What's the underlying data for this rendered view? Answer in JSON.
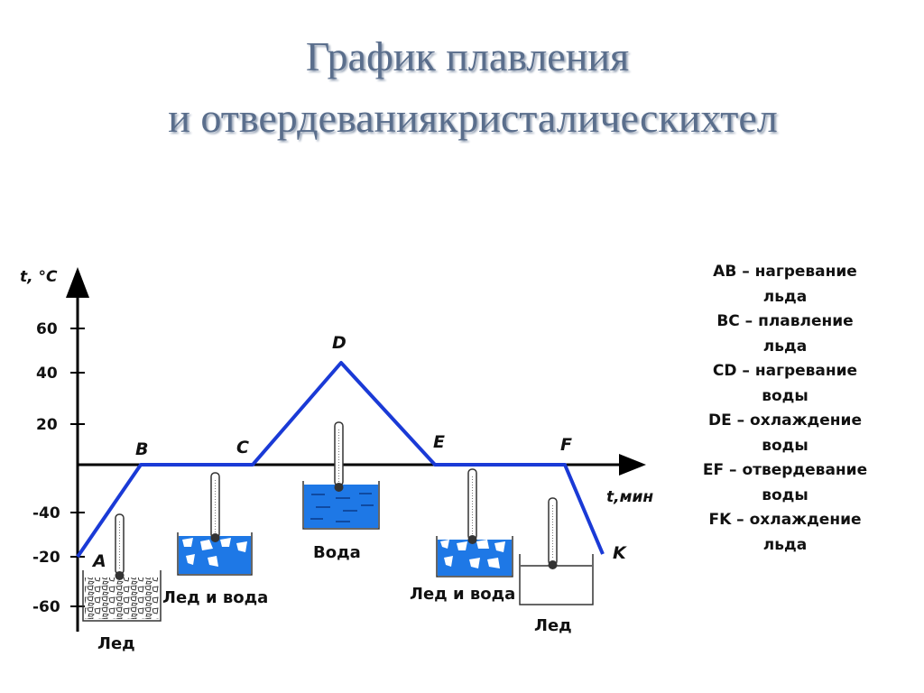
{
  "title": {
    "line1": "График плавления",
    "line2": "и отвердеваниякристалическихтел"
  },
  "chart_data": {
    "type": "line",
    "y_axis_label": "t, °C",
    "x_axis_label": "t,мин",
    "y_tick_labels": [
      "60",
      "40",
      "20",
      "-40",
      "-20",
      "-60"
    ],
    "points": [
      {
        "label": "A"
      },
      {
        "label": "B"
      },
      {
        "label": "C"
      },
      {
        "label": "D"
      },
      {
        "label": "E"
      },
      {
        "label": "F"
      },
      {
        "label": "K"
      }
    ],
    "line_color": "#1a3ad6"
  },
  "illustrations": [
    {
      "name": "ice",
      "caption": "Лед"
    },
    {
      "name": "ice-and-water-1",
      "caption": "Лед и вода"
    },
    {
      "name": "water",
      "caption": "Вода"
    },
    {
      "name": "ice-and-water-2",
      "caption": "Лед и вода"
    },
    {
      "name": "ice-2",
      "caption": "Лед"
    }
  ],
  "legend": [
    "AB – нагревание",
    "льда",
    "BC – плавление",
    "льда",
    "CD – нагревание",
    "воды",
    "DE – охлаждение",
    "воды",
    "EF – отвердевание",
    "воды",
    "FK – охлаждение",
    "льда"
  ],
  "colors": {
    "water": "#1e78e6",
    "title": "#5a6e8c"
  }
}
